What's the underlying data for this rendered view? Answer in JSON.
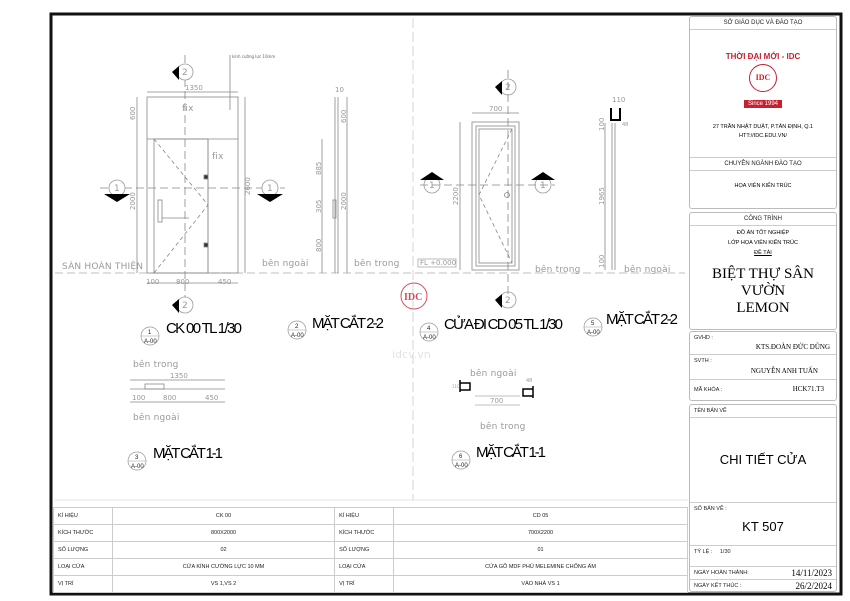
{
  "drawing": {
    "door1": {
      "title": "CK 00 TL 1/30",
      "ref_num": "1",
      "ref_sheet": "A-00",
      "glass_note": "kính cường lực 10mm",
      "fix1": "fix",
      "fix2": "fix",
      "dim_top": "1350",
      "dim_600": "600",
      "dim_2000": "2000",
      "dim_2600": "2600",
      "dim_100": "100",
      "dim_800": "800",
      "dim_450": "450",
      "floor_label": "SÀN HOÀN THIỆN",
      "marker_1": "1",
      "marker_2": "2"
    },
    "section22_left": {
      "title": "MẶT CẮT 2-2",
      "ref_num": "2",
      "ref_sheet": "A-00",
      "dim_10": "10",
      "dim_600": "600",
      "dim_885": "885",
      "dim_305": "305",
      "dim_800": "800",
      "dim_2000": "2000",
      "outside": "bên ngoài",
      "inside": "bên trong"
    },
    "door2": {
      "title": "CỬA ĐI CD 05 TL 1/30",
      "ref_num": "4",
      "ref_sheet": "A-00",
      "dim_700": "700",
      "dim_2200": "2200",
      "level": "FL +0.000",
      "inside": "bên trong"
    },
    "section22_right": {
      "title": "MẶT CẮT 2-2",
      "ref_num": "5",
      "ref_sheet": "A-00",
      "dim_110": "110",
      "dim_100a": "100",
      "dim_1965": "1965",
      "dim_100b": "100",
      "dim_48": "48",
      "outside": "bên ngoài"
    },
    "section11_left": {
      "title": "MẶT CẮT 1-1",
      "ref_num": "3",
      "ref_sheet": "A-00",
      "inside": "bên trong",
      "outside": "bên ngoài",
      "dim_1350": "1350",
      "dim_100": "100",
      "dim_800": "800",
      "dim_450": "450"
    },
    "section11_right": {
      "title": "MẶT CẮT 1-1",
      "ref_num": "6",
      "ref_sheet": "A-00",
      "outside": "bên ngoài",
      "inside": "bên trong",
      "dim_110": "110",
      "dim_48": "48",
      "dim_700": "700"
    },
    "watermark": {
      "logo": "IDC",
      "url": "idcv.vn"
    }
  },
  "schedule": {
    "rows": [
      {
        "label": "KÍ HIỆU",
        "v1": "CK 00",
        "v2": "CD 05"
      },
      {
        "label": "KÍCH THƯỚC",
        "v1": "800X2000",
        "v2": "700X2200"
      },
      {
        "label": "SỐ LƯỢNG",
        "v1": "02",
        "v2": "01"
      },
      {
        "label": "LOẠI CỬA",
        "v1": "CỬA KÍNH CƯỜNG LỰC 10 MM",
        "v2": "CỬA GỖ MDF PHỦ MELEMINE CHỐNG ẨM"
      },
      {
        "label": "VỊ TRÍ",
        "v1": "VS 1,VS 2",
        "v2": "VÀO NHÀ VS 1"
      }
    ]
  },
  "title_block": {
    "department": "SỞ GIÁO DỤC VÀ ĐÀO TẠO",
    "school": "THỜI ĐẠI MỚI - IDC",
    "logo_text": "IDC",
    "since": "Since 1994",
    "address": "27 TRẦN NHẬT DUẬT, P.TÂN ĐỊNH, Q.1",
    "website": "HTT://IDC.EDU.VN/",
    "major_label": "CHUYÊN NGÀNH ĐÀO TẠO",
    "major": "HỌA VIÊN KIẾN TRÚC",
    "project_label": "CÔNG TRÌNH",
    "project_line1": "ĐỒ ÁN TỐT NGHIỆP",
    "project_line2": "LỚP HỌA VIÊN KIẾN TRÚC",
    "topic_label": "ĐỀ TÀI",
    "project_name1": "BIỆT THỰ SÂN VƯỜN",
    "project_name2": "LEMON",
    "gvhd_label": "GVHD :",
    "gvhd": "KTS.ĐOÀN ĐỨC DŨNG",
    "svth_label": "SVTH :",
    "svth": "NGUYỄN ANH TUẤN",
    "course_label": "MÃ KHÓA :",
    "course": "HCK71.T3",
    "sheet_name_label": "TÊN BẢN VẼ",
    "sheet_name": "CHI TIẾT CỬA",
    "sheet_no_label": "SỐ BẢN VẼ :",
    "sheet_no": "KT 507",
    "scale_label": "TỶ LỆ :",
    "scale": "1/30",
    "completed_label": "NGÀY HOÀN THÀNH:",
    "completed": "14/11/2023",
    "end_label": "NGÀY KẾT THÚC :",
    "end": "26/2/2024",
    "accent": "#c8202f"
  }
}
